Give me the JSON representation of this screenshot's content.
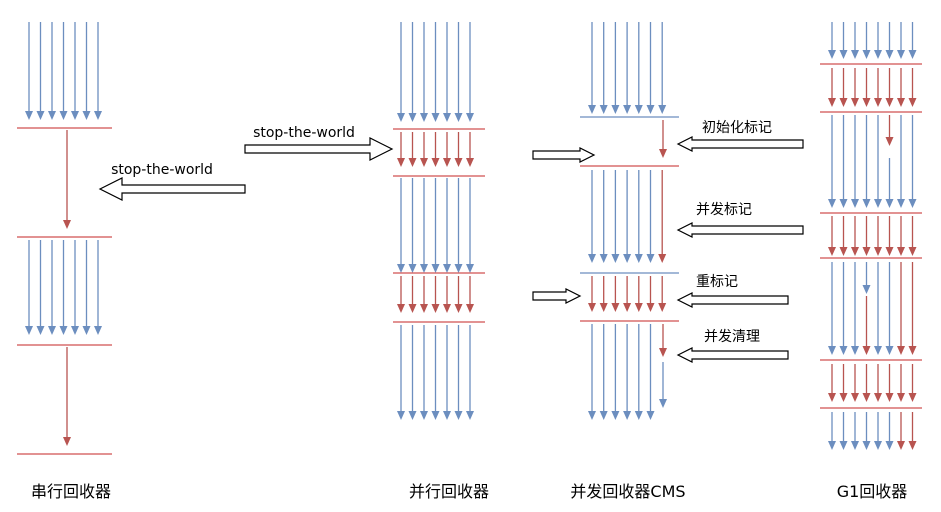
{
  "captions": {
    "serial": "串行回收器",
    "parallel": "并行回收器",
    "cms": "并发回收器CMS",
    "g1": "G1回收器"
  },
  "annotations": {
    "stw_left": "stop-the-world",
    "stw_right": "stop-the-world",
    "cms_initial_mark": "初始化标记",
    "cms_concurrent_mark": "并发标记",
    "cms_remark": "重标记",
    "cms_concurrent_sweep": "并发清理"
  },
  "colors": {
    "app_thread": "#6c8ebf",
    "gc_thread": "#b85450",
    "boundary": "#d05050",
    "boundary_blue": "#6c8ebf",
    "arrow_outline": "#000000"
  }
}
